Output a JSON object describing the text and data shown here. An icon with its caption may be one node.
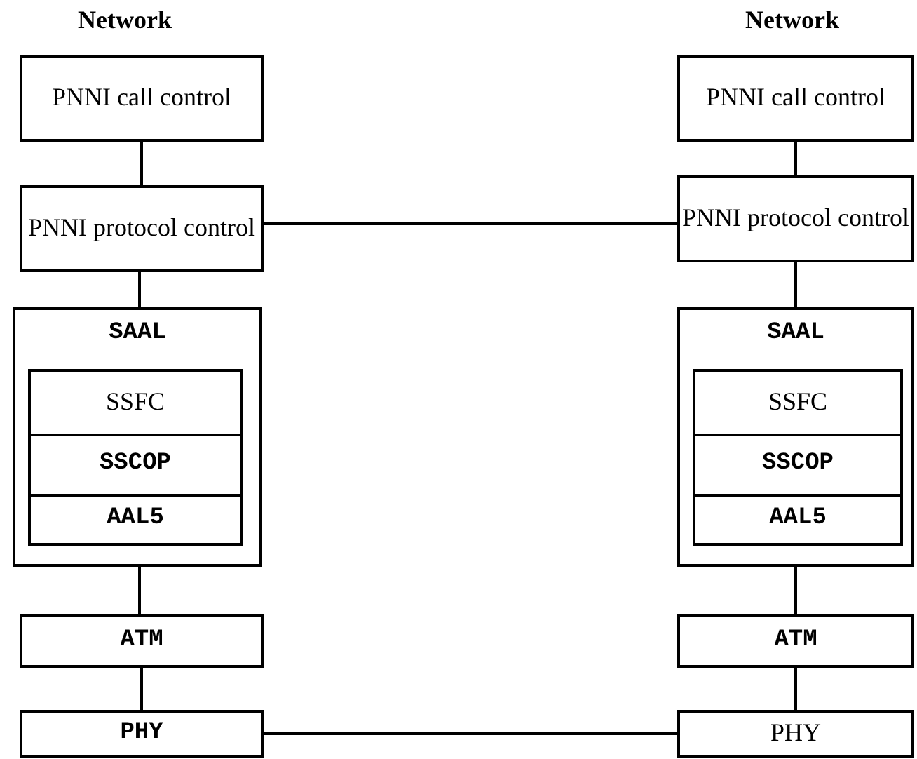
{
  "diagram": {
    "nodes": [
      {
        "text": [
          "PNNI call control"
        ]
      },
      {
        "text": [
          "PNNI protocol control"
        ]
      },
      {
        "text": [
          "SAAL"
        ]
      },
      {
        "text": [
          "SSFC"
        ],
        "in": 2
      },
      {
        "text": [
          "SSCOP"
        ],
        "in": 2
      },
      {
        "text": [
          "AAL5"
        ],
        "in": 2
      },
      {
        "text": [
          "ATM"
        ]
      },
      {
        "text": [
          "PHY"
        ]
      },
      {
        "text": [
          "PNNI call control"
        ]
      },
      {
        "text": [
          "PNNI protocol control"
        ]
      },
      {
        "text": [
          "SAAL"
        ]
      },
      {
        "text": [
          "SSFC"
        ],
        "in": 10
      },
      {
        "text": [
          "SSCOP"
        ],
        "in": 10
      },
      {
        "text": [
          "AAL5"
        ],
        "in": 10
      },
      {
        "text": [
          "ATM"
        ]
      },
      {
        "text": [
          "PHY"
        ]
      }
    ],
    "edges": [
      {
        "from": 0,
        "to": 1,
        "arrow": "none"
      },
      {
        "from": 1,
        "to": 2,
        "arrow": "none"
      },
      {
        "from": 2,
        "to": 6,
        "arrow": "none"
      },
      {
        "from": 6,
        "to": 7,
        "arrow": "none"
      },
      {
        "from": 8,
        "to": 9,
        "arrow": "none"
      },
      {
        "from": 9,
        "to": 10,
        "arrow": "none"
      },
      {
        "from": 10,
        "to": 14,
        "arrow": "none"
      },
      {
        "from": 14,
        "to": 15,
        "arrow": "none"
      },
      {
        "from": 1,
        "to": 9,
        "arrow": "none"
      },
      {
        "from": 7,
        "to": 15,
        "arrow": "none"
      }
    ],
    "labels": [
      "Network",
      "Network"
    ]
  }
}
